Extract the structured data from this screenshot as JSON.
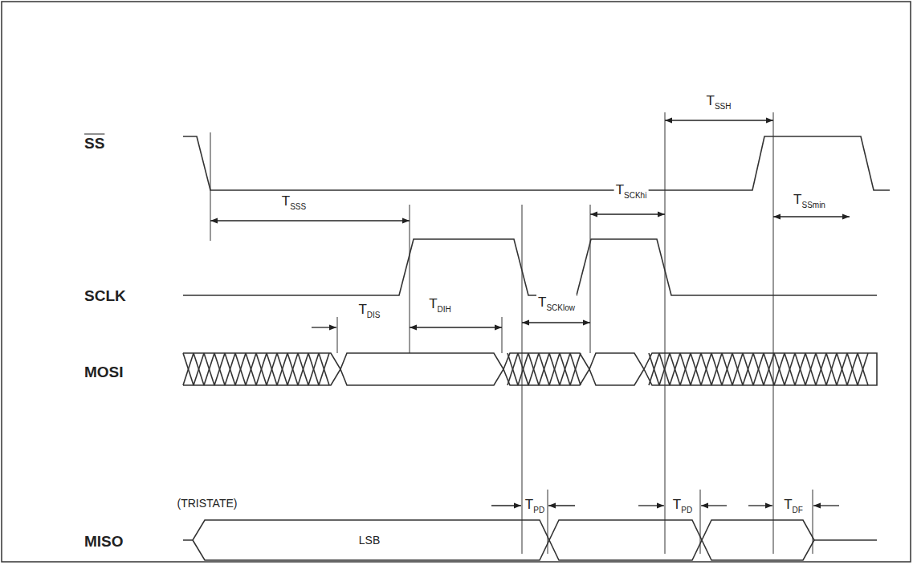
{
  "diagram": {
    "labels": [
      "SS",
      "TSSS",
      "TSSH",
      "TSCKhi",
      "TSSmin",
      "SCLK",
      "TDIS",
      "TDIH",
      "TSCKlow",
      "MOSI",
      "TPD",
      "TPD",
      "TDF",
      "(TRISTATE)",
      "MISO",
      "LSB"
    ]
  }
}
